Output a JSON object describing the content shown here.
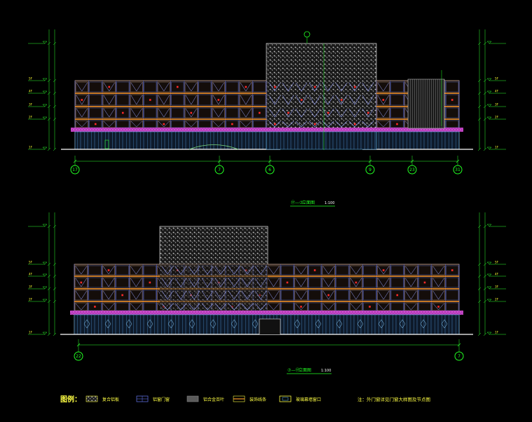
{
  "colors": {
    "background": "#000000",
    "wall": "#d7b19a",
    "window_grid": "#5b6bd6",
    "floor_band": "#ff9a2a",
    "podium_band": "#d54bd6",
    "glass": "#5aa6d8",
    "perforated": "#c9c9c9",
    "dimension": "#2cff2c",
    "axis": "#22ff22",
    "marker": "#ff2a2a",
    "label": "#ffff33",
    "title": "#22ff22",
    "legend_text": "#ffff44",
    "white": "#ffffff"
  },
  "elevation_top": {
    "title_marks": "⑰—⑦",
    "title_text": "立面图",
    "scale": "1:100",
    "axes": [
      "17",
      "7",
      "6",
      "9",
      "23",
      "31"
    ],
    "floors": [
      "5F",
      "4F",
      "3F",
      "2F",
      "1F"
    ]
  },
  "elevation_bottom": {
    "title_marks": "⑦—⑰",
    "title_text": "立面图",
    "scale": "1:100",
    "axes": [
      "22",
      "7"
    ],
    "floors": [
      "5F",
      "4F",
      "3F",
      "2F",
      "1F"
    ]
  },
  "legend": {
    "heading": "图例：",
    "items": [
      {
        "swatch": "perforated",
        "label": "复合铝板"
      },
      {
        "swatch": "window",
        "label": "铝窗门窗"
      },
      {
        "swatch": "solid",
        "label": "铝合金百叶"
      },
      {
        "swatch": "band",
        "label": "装饰线条"
      },
      {
        "swatch": "frame",
        "label": "玻璃幕墙窗口"
      }
    ],
    "note": "注：外门窗详见门窗大样图及节点图"
  }
}
